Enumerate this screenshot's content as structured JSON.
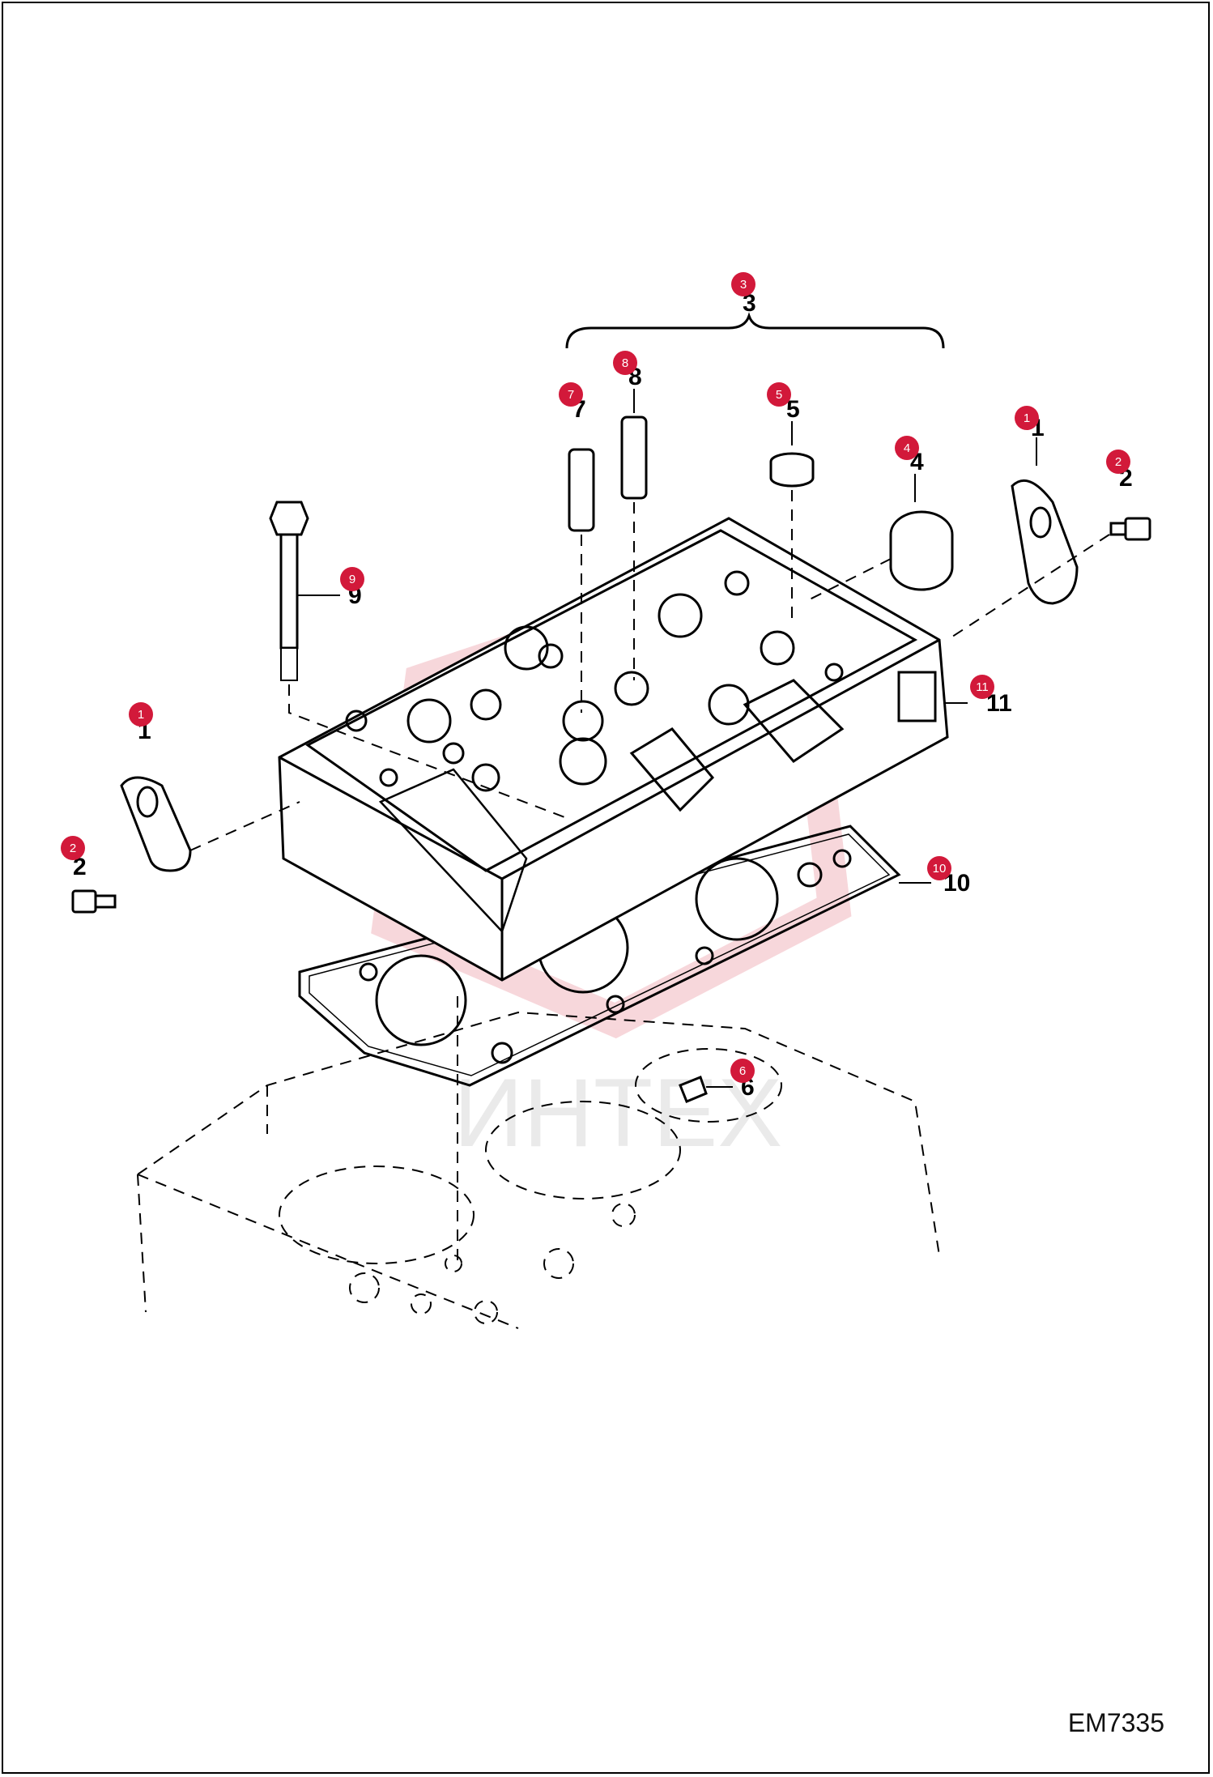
{
  "document_code": "EM7335",
  "watermark_text": "ИНТЕХ",
  "colors": {
    "callout": "#d2193a",
    "line": "#000000",
    "watermark": "#e8a0a8"
  },
  "callouts": [
    {
      "id": "c3",
      "label": "3",
      "num": "3"
    },
    {
      "id": "c8",
      "label": "8",
      "num": "8"
    },
    {
      "id": "c7",
      "label": "7",
      "num": "7"
    },
    {
      "id": "c5",
      "label": "5",
      "num": "5"
    },
    {
      "id": "c4",
      "label": "4",
      "num": "4"
    },
    {
      "id": "c1r",
      "label": "1",
      "num": "1"
    },
    {
      "id": "c2r",
      "label": "2",
      "num": "2"
    },
    {
      "id": "c9",
      "label": "9",
      "num": "9"
    },
    {
      "id": "c11",
      "label": "11",
      "num": "11"
    },
    {
      "id": "c1l",
      "label": "1",
      "num": "1"
    },
    {
      "id": "c2l",
      "label": "2",
      "num": "2"
    },
    {
      "id": "c10",
      "label": "10",
      "num": "10"
    },
    {
      "id": "c6",
      "label": "6",
      "num": "6"
    }
  ]
}
